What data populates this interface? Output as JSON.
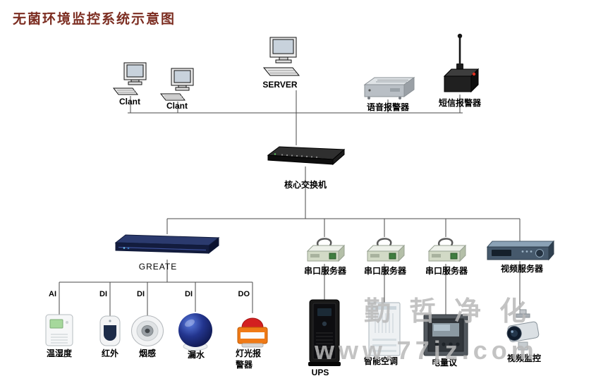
{
  "title": "无菌环境监控系统示意图",
  "nodes": {
    "client1": {
      "label": "Clant"
    },
    "client2": {
      "label": "Clant"
    },
    "server": {
      "label": "SERVER"
    },
    "voice_alarm": {
      "label": "语音报警器"
    },
    "sms_alarm": {
      "label": "短信报警器"
    },
    "core_switch": {
      "label": "核心交换机"
    },
    "greate": {
      "label": "GREATE"
    },
    "serial_servers": [
      {
        "label": "串口服务器"
      },
      {
        "label": "串口服务器"
      },
      {
        "label": "串口服务器"
      }
    ],
    "video_server": {
      "label": "视频服务器"
    },
    "ups": {
      "label": "UPS"
    },
    "smart_ac": {
      "label": "智能空调"
    },
    "power_meter": {
      "label": "电量议"
    },
    "video_monitor": {
      "label": "视频监控"
    }
  },
  "sensors": [
    {
      "port": "AI",
      "label": "温湿度"
    },
    {
      "port": "DI",
      "label": "红外"
    },
    {
      "port": "DI",
      "label": "烟感"
    },
    {
      "port": "DI",
      "label": "漏水"
    },
    {
      "port": "DO",
      "label": "灯光报警器"
    }
  ],
  "watermark": {
    "line1": "勤哲净化",
    "line2": "www.77jz.com"
  },
  "colors": {
    "title": "#7c2d21",
    "connector": "#4a4a4a",
    "watermark": "#b9b9b9"
  }
}
